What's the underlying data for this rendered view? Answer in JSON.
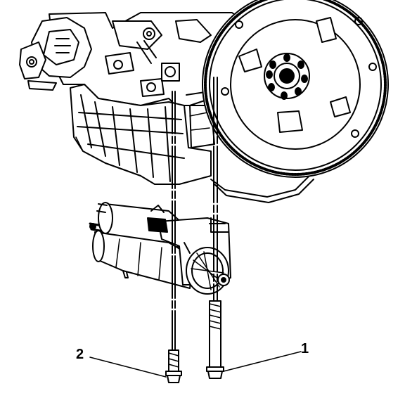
{
  "callouts": [
    {
      "id": "1",
      "label": "1"
    },
    {
      "id": "2",
      "label": "2"
    }
  ],
  "colors": {
    "ink": "#000000",
    "paper": "#ffffff",
    "shade": "#d9d9d9"
  }
}
